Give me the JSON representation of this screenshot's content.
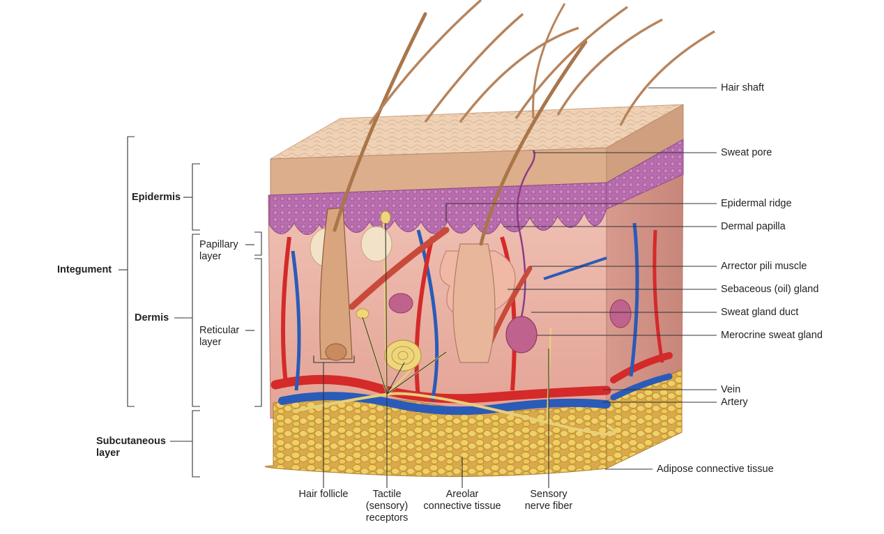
{
  "left_labels": {
    "integument": "Integument",
    "epidermis": "Epidermis",
    "dermis": "Dermis",
    "papillary": [
      "Papillary",
      "layer"
    ],
    "reticular": [
      "Reticular",
      "layer"
    ],
    "subcutaneous": [
      "Subcutaneous",
      "layer"
    ]
  },
  "right_labels": {
    "hair_shaft": "Hair shaft",
    "sweat_pore": "Sweat pore",
    "epidermal_ridge": "Epidermal ridge",
    "dermal_papilla": "Dermal papilla",
    "arrector_pili": "Arrector pili muscle",
    "sebaceous": "Sebaceous (oil) gland",
    "sweat_duct": "Sweat gland duct",
    "merocrine": "Merocrine sweat gland",
    "vein": "Vein",
    "artery": "Artery",
    "adipose": "Adipose connective tissue"
  },
  "bottom_labels": {
    "hair_follicle": [
      "Hair follicle"
    ],
    "tactile": [
      "Tactile",
      "(sensory)",
      "receptors"
    ],
    "areolar": [
      "Areolar",
      "connective tissue"
    ],
    "sensory_nerve": [
      "Sensory",
      "nerve fiber"
    ]
  },
  "colors": {
    "epidermis_surface": "#e8c4a4",
    "stratum": "#b36aa8",
    "dermis": "#e9b3a6",
    "adipose": "#e8c350",
    "artery": "#d42a2a",
    "vein": "#2a5bb8",
    "nerve": "#e8cf7a",
    "hair": "#a9764a"
  }
}
